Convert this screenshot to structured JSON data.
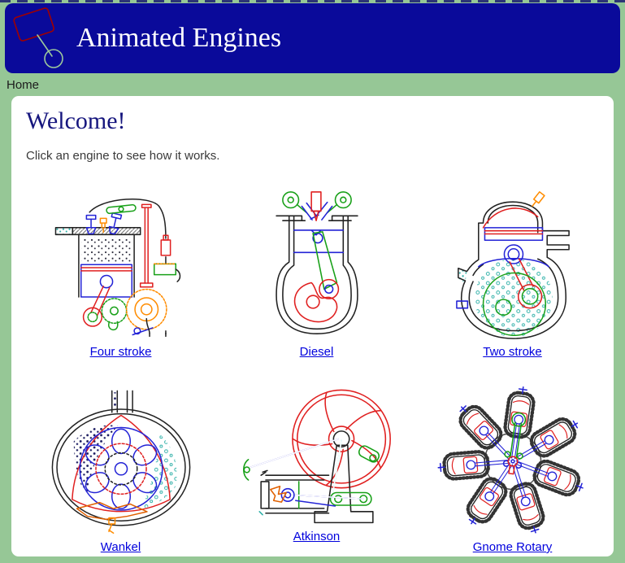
{
  "page": {
    "bg_color": "#96c796"
  },
  "header": {
    "title": "Animated Engines",
    "bg_color": "#0a0a9a",
    "title_color": "#ffffff",
    "logo": "piston-logo"
  },
  "nav": {
    "home_label": "Home"
  },
  "main": {
    "heading": "Welcome!",
    "heading_color": "#16167e",
    "intro": "Click an engine to see how it works.",
    "link_color": "#0000dd",
    "engines": [
      {
        "id": "four-stroke",
        "label": "Four stroke"
      },
      {
        "id": "diesel",
        "label": "Diesel"
      },
      {
        "id": "two-stroke",
        "label": "Two stroke"
      },
      {
        "id": "wankel",
        "label": "Wankel"
      },
      {
        "id": "atkinson",
        "label": "Atkinson"
      },
      {
        "id": "gnome-rotary",
        "label": "Gnome Rotary"
      }
    ]
  }
}
